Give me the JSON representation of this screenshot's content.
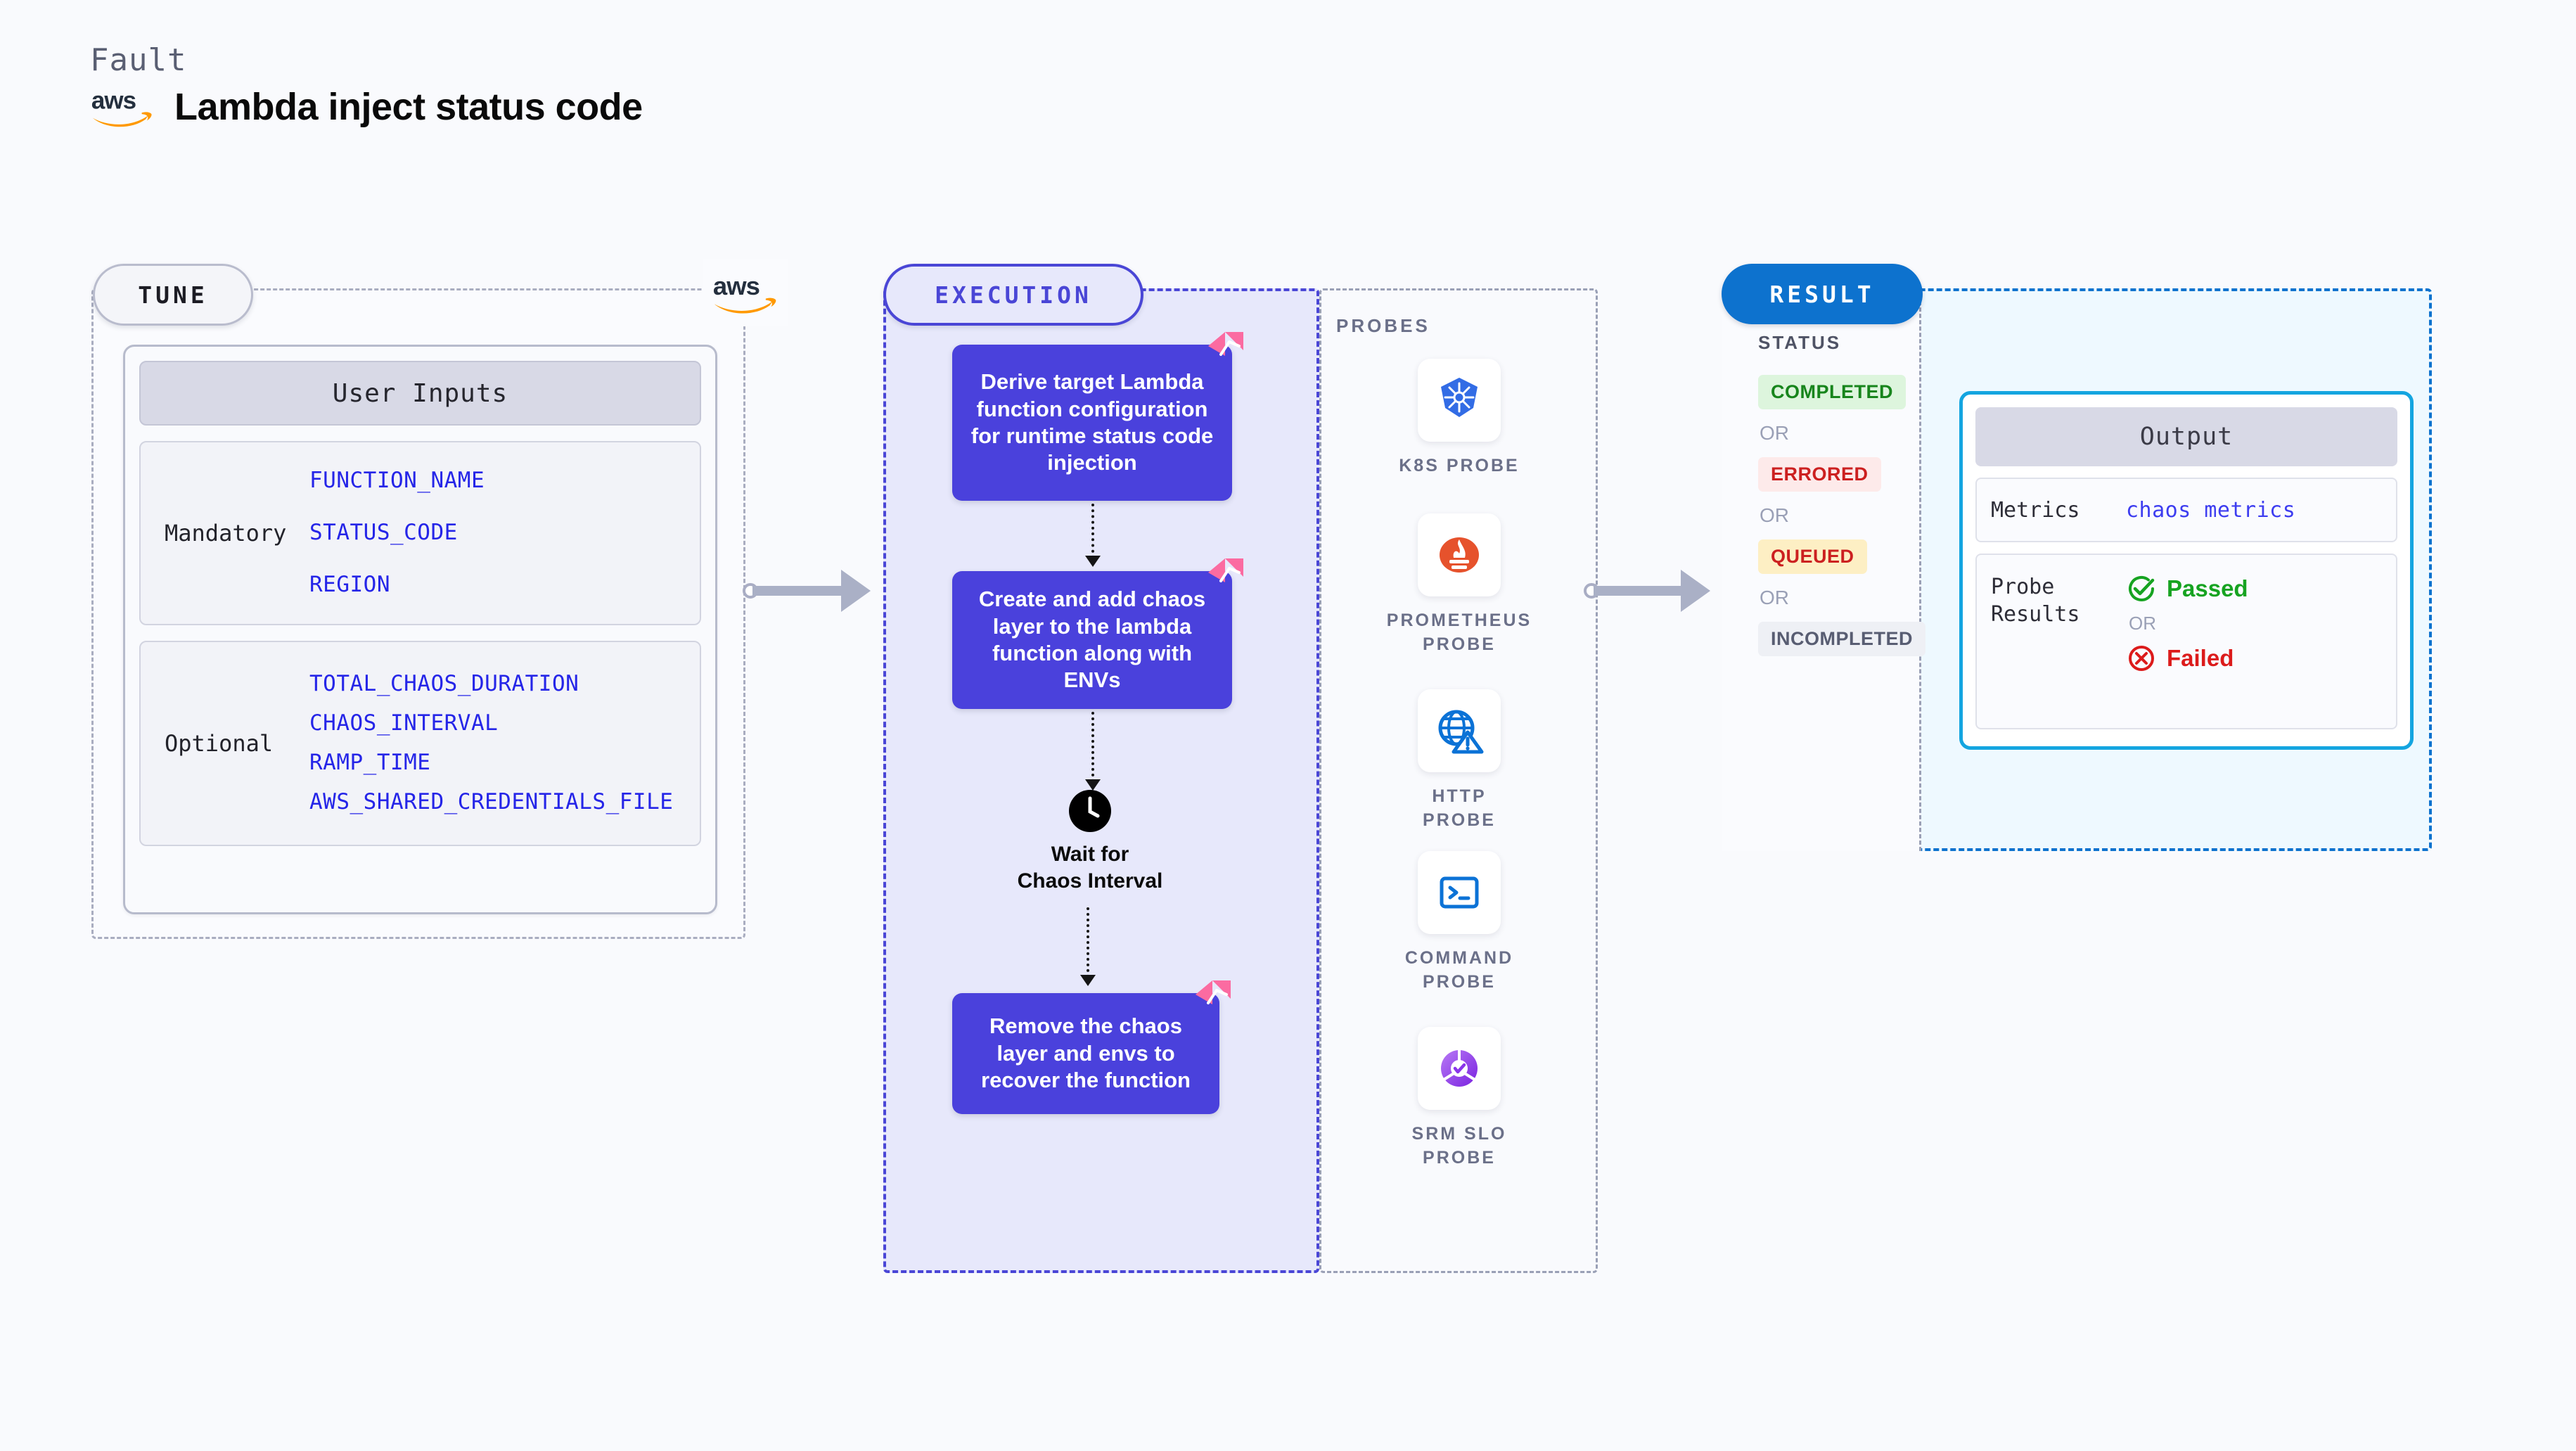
{
  "header": {
    "fault_label": "Fault",
    "title": "Lambda inject status code",
    "logo_icon": "aws-logo"
  },
  "tune": {
    "pill_label": "TUNE",
    "corner_logo_icon": "aws-logo",
    "card_header": "User Inputs",
    "groups": [
      {
        "label": "Mandatory",
        "params": [
          "FUNCTION_NAME",
          "STATUS_CODE",
          "REGION"
        ]
      },
      {
        "label": "Optional",
        "params": [
          "TOTAL_CHAOS_DURATION",
          "CHAOS_INTERVAL",
          "RAMP_TIME",
          "AWS_SHARED_CREDENTIALS_FILE"
        ]
      }
    ]
  },
  "execution": {
    "pill_label": "EXECUTION",
    "steps": [
      {
        "text": "Derive target Lambda function configuration for runtime status code injection",
        "badge_icon": "litmus-flag-icon"
      },
      {
        "text": "Create and add chaos layer to the lambda function along with ENVs",
        "badge_icon": "litmus-flag-icon"
      },
      {
        "text": "Remove the chaos layer and envs to recover the function",
        "badge_icon": "litmus-flag-icon"
      }
    ],
    "wait_node": {
      "icon": "clock-icon",
      "label": "Wait for Chaos Interval"
    }
  },
  "probes": {
    "title": "PROBES",
    "items": [
      {
        "label": "K8S PROBE",
        "icon": "kubernetes-icon"
      },
      {
        "label": "PROMETHEUS PROBE",
        "icon": "prometheus-icon"
      },
      {
        "label": "HTTP PROBE",
        "icon": "globe-warning-icon"
      },
      {
        "label": "COMMAND PROBE",
        "icon": "terminal-icon"
      },
      {
        "label": "SRM SLO PROBE",
        "icon": "srm-slo-icon"
      }
    ]
  },
  "result": {
    "pill_label": "RESULT",
    "status_title": "STATUS",
    "or_label": "OR",
    "statuses": [
      {
        "label": "COMPLETED",
        "style": "completed"
      },
      {
        "label": "ERRORED",
        "style": "errored"
      },
      {
        "label": "QUEUED",
        "style": "queued"
      },
      {
        "label": "INCOMPLETED",
        "style": "incompleted"
      }
    ],
    "output": {
      "header": "Output",
      "metrics_key": "Metrics",
      "metrics_value": "chaos metrics",
      "probe_results_key_line1": "Probe",
      "probe_results_key_line2": "Results",
      "passed_label": "Passed",
      "failed_label": "Failed",
      "or_label": "OR",
      "passed_icon": "check-circle-icon",
      "failed_icon": "x-circle-icon"
    }
  },
  "colors": {
    "page_background": "#f9fafd",
    "execution_accent": "#4a46d6",
    "execution_fill": "#e7e8fb",
    "step_box": "#4a41dc",
    "result_accent": "#0d72ce",
    "result_fill": "#eef9ff",
    "output_border": "#14a5e0",
    "param_text": "#2525e8",
    "litmus_pink": "#fb6ba1",
    "aws_orange": "#ff9900",
    "passed_green": "#16a321",
    "failed_red": "#dc1b1b"
  }
}
